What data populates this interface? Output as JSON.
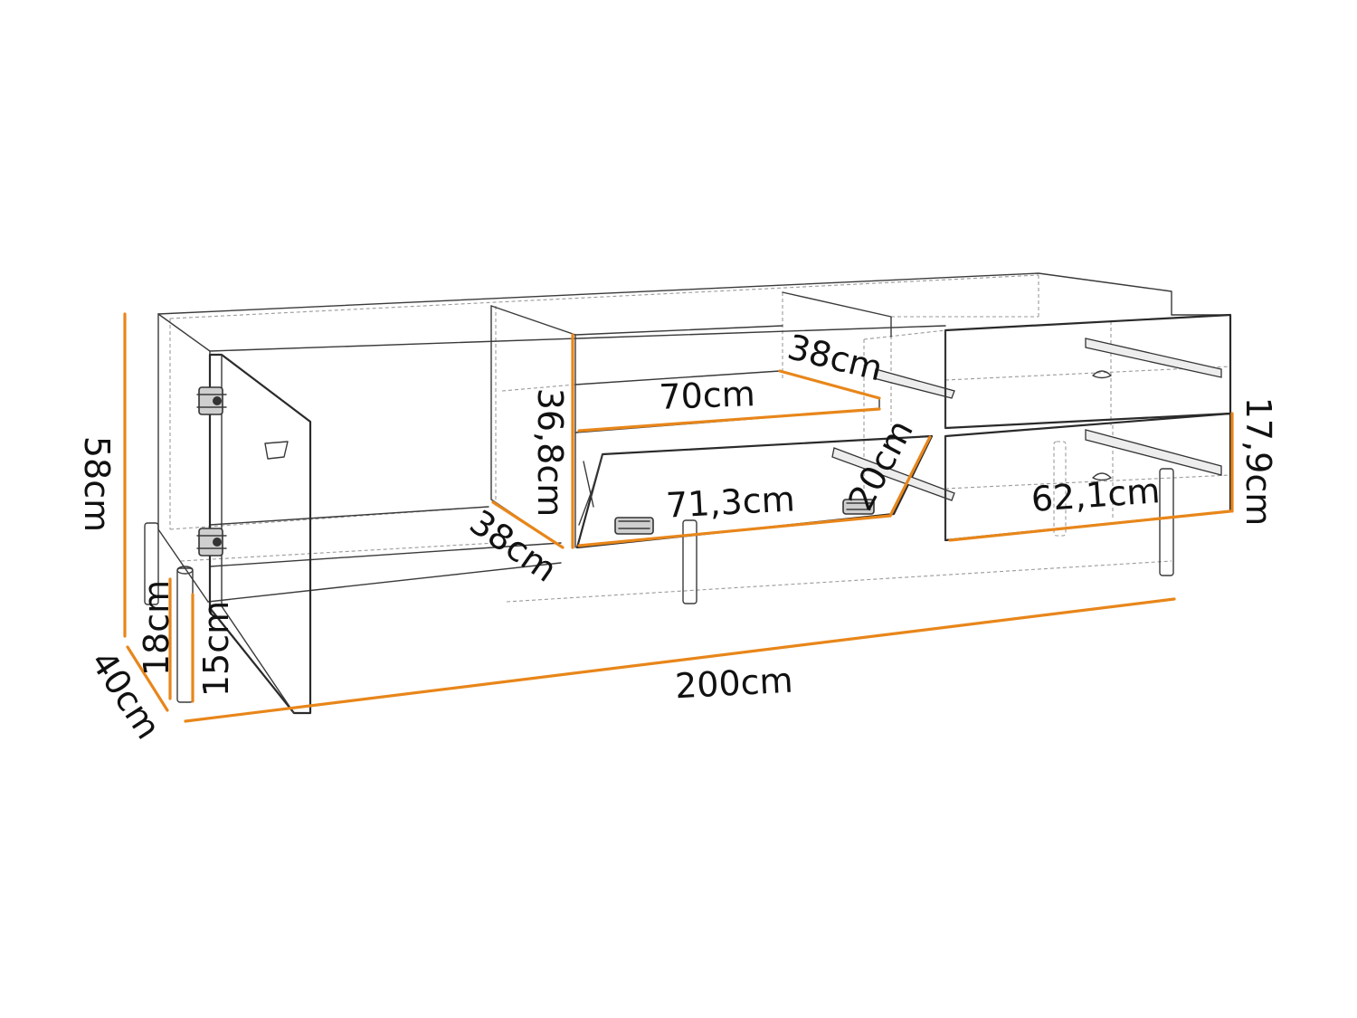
{
  "accent_color": "#e8861a",
  "dimensions": {
    "height_total": "58cm",
    "depth_total": "40cm",
    "leg_clearance": "18cm",
    "leg_height": "15cm",
    "width_total": "200cm",
    "compartment_height": "36,8cm",
    "compartment_depth": "38cm",
    "shelf_width": "70cm",
    "shelf_depth": "38cm",
    "flap_width": "71,3cm",
    "flap_depth": "20cm",
    "drawer_width": "62,1cm",
    "drawer_height": "17,9cm"
  }
}
